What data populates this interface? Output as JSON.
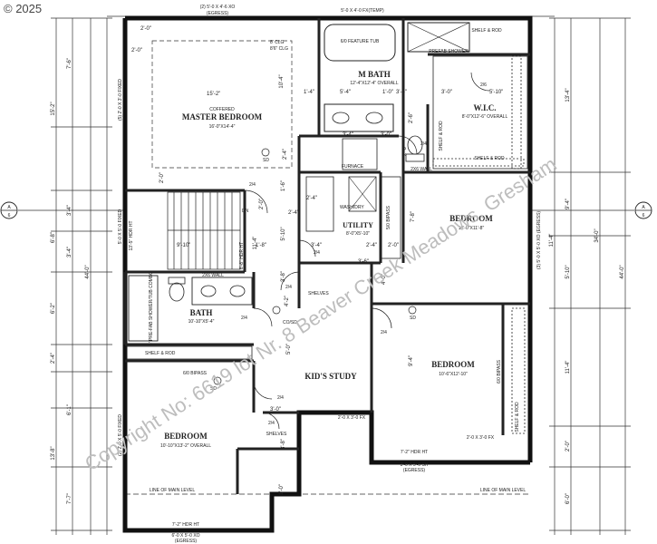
{
  "copyright": "© 2025",
  "watermark": "Copyright No: 6619 lot Nr. 8 Beaver Creek Meadows, Gresham",
  "rooms": {
    "master_bedroom": {
      "note": "COFFERED",
      "name": "MASTER BEDROOM",
      "size": "16'-0\"X14'-4\""
    },
    "m_bath": {
      "name": "M BATH",
      "size": "12'-4\"X12'-4\" OVERALL"
    },
    "wic": {
      "name": "W.I.C.",
      "size": "8'-0\"X12'-6\" OVERALL"
    },
    "utility": {
      "name": "UTILITY",
      "size": "8'-0\"X5'-10\""
    },
    "bedroom_east": {
      "name": "BEDROOM",
      "size": "10'-0\"X11'-8\""
    },
    "bath": {
      "name": "BATH",
      "size": "10'-10\"X5'-4\""
    },
    "kids_study": {
      "name": "KID'S STUDY"
    },
    "bedroom_center": {
      "name": "BEDROOM",
      "size": "10'-6\"X12'-10\""
    },
    "bedroom_south": {
      "name": "BEDROOM",
      "size": "10'-10\"X13'-2\" OVERALL"
    }
  },
  "labels": {
    "top_window": "(2) 5'-0 X 4'-6 XO",
    "top_egress": "(EGRESS)",
    "bath_window": "5'-0 X 4'-0 FX(TEMP)",
    "feature_tub": "6/0 FEATURE TUB",
    "prefab_shower": "PREFAB SHOWER",
    "shelf_rod": "SHELF & ROD",
    "shelf_rod_caps": "SHELF & ROD",
    "furnace": "FURNACE",
    "wall_2x6": "2X6 WALL",
    "dn": "DN",
    "bipass_utility": "5/0 BIPASS",
    "bipass_wic": "6/0 BIPASS",
    "bipass_center": "6/0 BIPASS",
    "bipass_hall": "6/0 BIPASS",
    "shelves": "SHELVES",
    "shelves2": "SHELVES",
    "washer": "WASH/DRY",
    "ws_label": "W",
    "coordinates": "CO/SD",
    "sd": "SD",
    "sd2": "SD",
    "sd3": "SD",
    "hdr_ht_center": "7'-2\" HDR HT",
    "hdr_ht_south": "7'-2\" HDR HT",
    "win_center": "3'-0 X 5'-0 SH",
    "win_center_egress": "(EGRESS)",
    "win_south": "6'-0 X 5'-0 XO",
    "win_south_egress": "(EGRESS)",
    "win_study": "2'-0 X 3'-0 FX",
    "win_east": "2'-0 X 3'-0 FX",
    "main_level_left": "LINE OF MAIN LEVEL",
    "main_level_right": "LINE OF MAIN LEVEL",
    "shower_tub": "5' PRE-FAB SHOWER/TUB COMBO",
    "stair_window": "5'-0 X 5'-0 FIXED",
    "west_window": "(5) 2'-0 X 3'-0 FIXED",
    "west_window2": "(2) 2'-0 X 5'-0 FIXED",
    "east_window": "(3) 5'-0 X 5'-0 XO (EGRESS)",
    "clg1": "8' CLG",
    "clg2": "8'6\" CLG",
    "stair_height": "13'-5\" HDR HT",
    "hdr_ht_stair": "6'-8\" HDR HT"
  },
  "dims_left": [
    "7'-6\"",
    "15'-2\"",
    "3'-4\"",
    "6'-8\"",
    "3'-4\"",
    "6'-2\"",
    "2'-4\"",
    "6'-1\"",
    "13'-8\"",
    "7'-7\"",
    "44'-0\""
  ],
  "dims_right": [
    "13'-4\"",
    "9'-4\"",
    "11'-4\"",
    "34'-0\"",
    "5'-10\"",
    "11'-4\"",
    "2'-0\"",
    "6'-0\"",
    "44'-0\""
  ],
  "dims_inner": [
    "2'-0\"",
    "2'-0\"",
    "15'-2\"",
    "10'-4\"",
    "1'-4\"",
    "5'-4\"",
    "1'-0\"",
    "3'-4\"",
    "3'-0\"",
    "2'-6\"",
    "5'-10\"",
    "2'-0\"",
    "2'-4\"",
    "3'-4\"",
    "1'-6\"",
    "9'-10\"",
    "11'-4\"",
    "5'-10\"",
    "3'-4\"",
    "3'-8\"",
    "2'-4\"",
    "2'-0\"",
    "4'-2\"",
    "4'-0\"",
    "9'-4\"",
    "3'-6\"",
    "5'-0\"",
    "3'-0\"",
    "7'-8\"",
    "1'-8\"",
    "2'-4\"",
    "2'-4\"",
    "2'-6\"",
    "3'-8\"",
    "3'-0\"",
    "2'-0\"",
    "1'-0\""
  ],
  "section_markers": [
    {
      "top": "A",
      "bottom": "6"
    },
    {
      "top": "A",
      "bottom": "6"
    }
  ],
  "doors": [
    "2/4",
    "2/4",
    "2/4",
    "2/4",
    "2/4",
    "2/4",
    "2/6",
    "2/4",
    "2/4"
  ]
}
